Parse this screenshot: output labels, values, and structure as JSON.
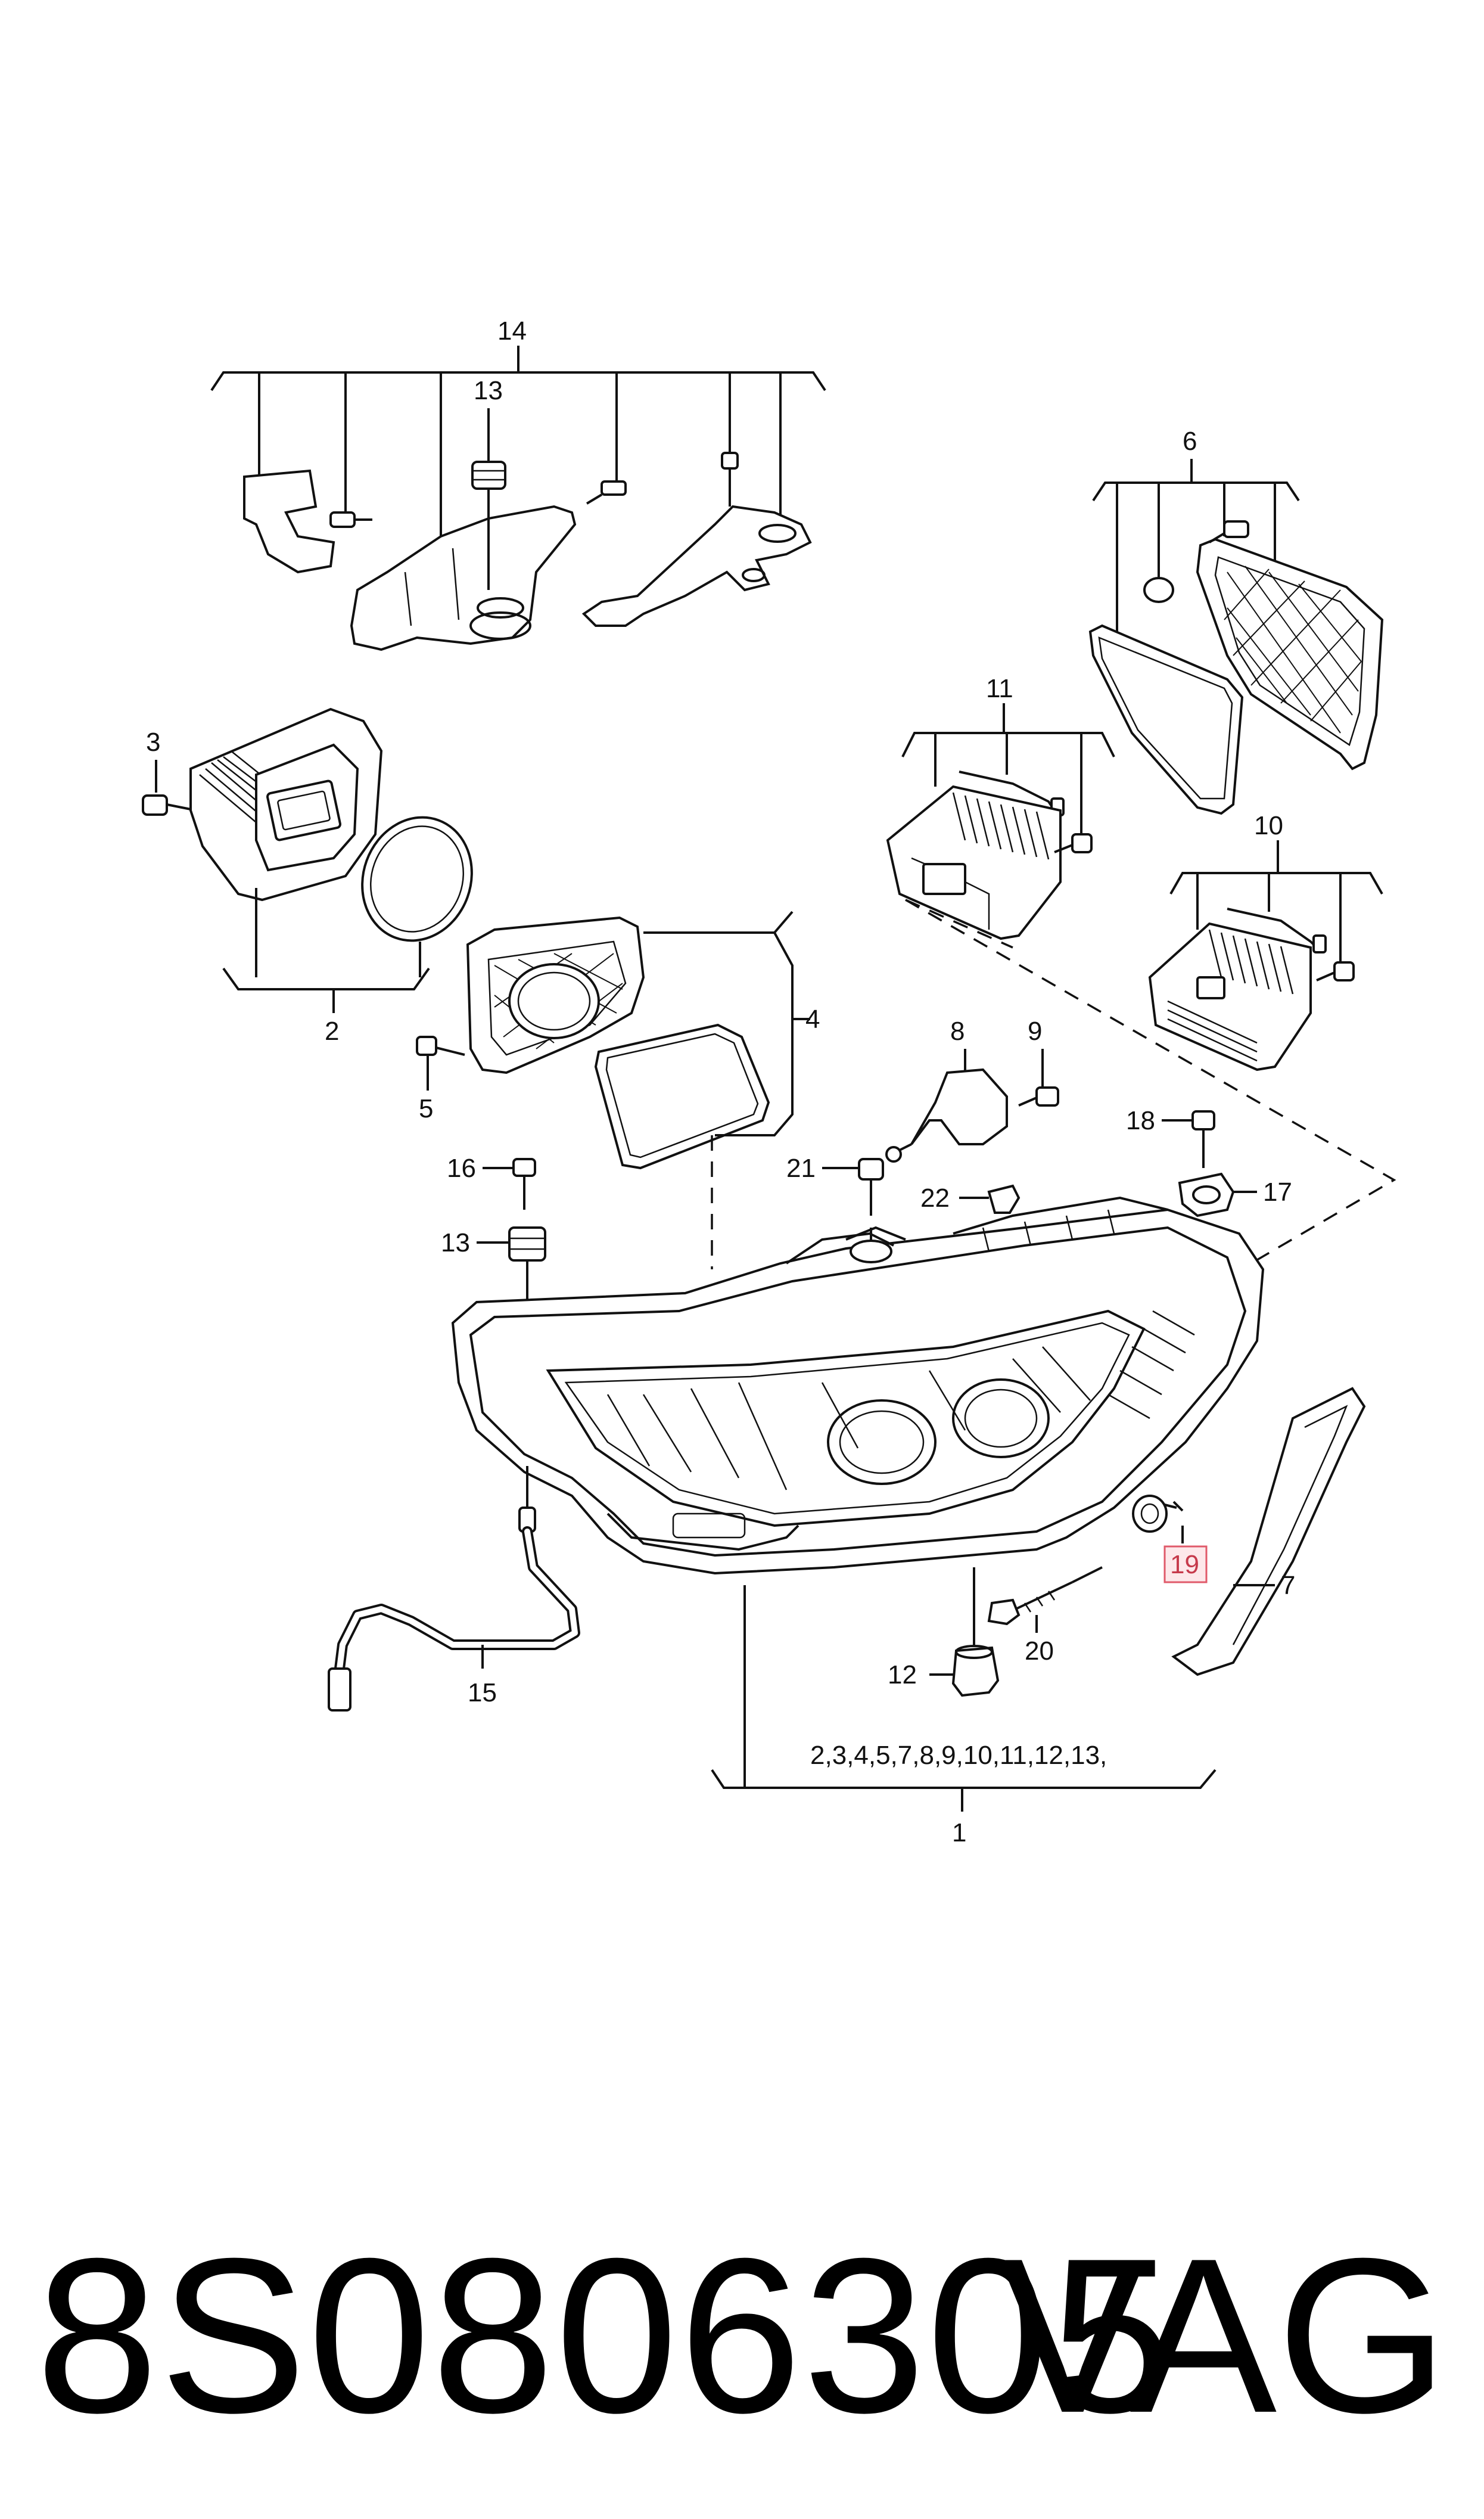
{
  "callouts": {
    "c1": "1",
    "c2": "2",
    "c3": "3",
    "c4": "4",
    "c5": "5",
    "c6": "6",
    "c7": "7",
    "c8": "8",
    "c9": "9",
    "c10": "10",
    "c11": "11",
    "c12": "12",
    "c13a": "13",
    "c13b": "13",
    "c14": "14",
    "c15": "15",
    "c16": "16",
    "c17": "17",
    "c18": "18",
    "c19": "19",
    "c20": "20",
    "c21": "21",
    "c22": "22"
  },
  "assembly_note": "2,3,4,5,7,8,9,10,11,12,13,",
  "footer": {
    "part_number": "8S0806305",
    "brand": "VAG"
  },
  "colors": {
    "line": "#111111",
    "highlight": "#e05a6a",
    "background": "#ffffff"
  }
}
